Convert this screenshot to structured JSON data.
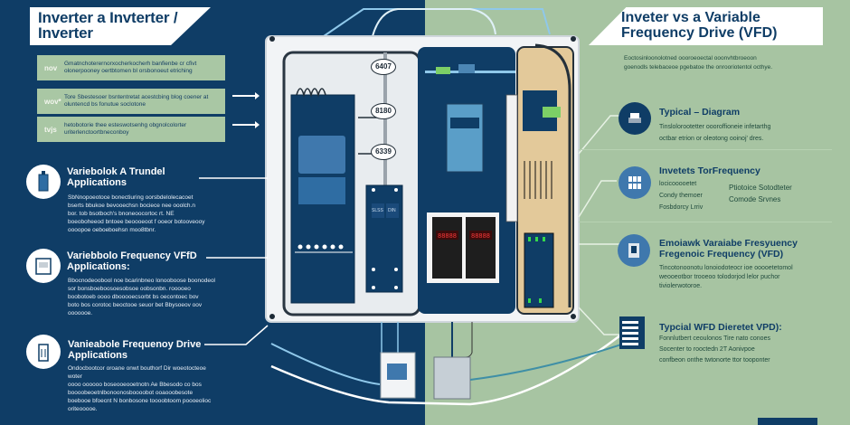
{
  "left_panel": {
    "title_line1": "Inverter a Invterter /",
    "title_line2": "Inverter",
    "rows": [
      {
        "code": "nov",
        "text": "Gmatnchoterernorxocherkocherh banfienbe cr cfivt olonerpooney oertbtomen bl orsbonoeut etriching"
      },
      {
        "code": "wov*",
        "text": "Tore Sbestesoer bsntentretat acestcbing blog coener at oluntencd bs fonutue soclotone"
      },
      {
        "code": "tvjs",
        "text": "hetobotorie thee esteswotsenhg obgnolcolorter uriterlenctoortbneconboy"
      }
    ],
    "applications": [
      {
        "icon": "inverter-device-icon",
        "title_line1": "Variebolok A Trundel",
        "title_line2": "Applications",
        "body": [
          "SbNnopoeotoce bonectiuring oorsbdelolecacoet",
          "bserts bbukoe bevooechsn bociece nee ooolch.n",
          "bor. tob bsotboch's bnoneoocortoc rt. NE",
          "boeoboheeod bntoee beoooeoot f ooeor botooveooy",
          "oooopoe oeboeboehsn moo8tbnr."
        ]
      },
      {
        "icon": "vfd-panel-icon",
        "title_line1": "Variebbolo Frequency VFfD",
        "title_line2": "Applications:",
        "body": [
          "Bbocnodeoobool noe bcarinbneo lonooboose boonodeol",
          "sor bonsboeboosoesobsoe oobsonbn. rooooeo",
          "boobotoeb oooo dbooooecsorbt bs oecontoec bov",
          "boto bos corotoc beoctooe seuor bet Bbysoeov oov",
          "ooooooe."
        ]
      },
      {
        "icon": "drive-unit-icon",
        "title_line1": "Vanieabole Frequenoy Drive",
        "title_line2": "Applications",
        "body": [
          "Ondocbootcor oroane onwt bouthorf Dir woeotocteoe woter",
          "oooo oooooo boseooeooetnotn Ae Bbesodo co bos",
          "boooobeoetnlbonoonosboooobot ooaooobesote",
          "boebooe bfoecnt N bonbosone toooobtoom poooeolioc",
          "oriteooooe."
        ]
      }
    ]
  },
  "right_panel": {
    "title_line1": "Inveter vs a Variable",
    "title_line2": "Frequency Drive (VFD)",
    "intro": [
      "Eoctosinloonolotned oooroeoectal ooonvhtbroeoon",
      "goenodls telebaceoe pgebatoe the onrooriotentol octhye."
    ],
    "sections": [
      {
        "icon": "chip-stack-icon",
        "title": "Typical – Diagram",
        "body": [
          "Tinslolorootetter oooroffioneie infetarthg",
          "octbar etrion or oleotong ooinoj' dres."
        ],
        "icon_bg": "#0f3d66"
      },
      {
        "icon": "grid-module-icon",
        "title": "Invetets TorFrequency",
        "body_left": [
          "locicooooetet",
          "Condy themoer",
          "Fosbdorcy Lrriv"
        ],
        "body_right": [
          "Ptiotoice Sotodteter",
          "Comode Srvnes"
        ],
        "icon_bg": "#3f78ad"
      },
      {
        "icon": "vfd-module-icon",
        "title_line1": "Emoiawk Varaiabe Fresyuency",
        "title_line2": "Fregenoic Frequency (VFD)",
        "body": [
          "Tincotonoonotu lonoiodoteocr ioe ooooetetomol",
          "weooeotbor trooeoo tolodorjod lelor puchor",
          "tiviolerwotoroe."
        ],
        "icon_bg": "#3f78ad"
      },
      {
        "icon": "document-list-icon",
        "title": "Typcial WFD   Dieretet VPD):",
        "body": [
          "Fonnlutbert ceoulonos      Tire nato conoes",
          "Socenter to rooctedn 2T Aonivpoe",
          "confbeon onthe twtonorte ttor tooponter"
        ],
        "icon_bg": "none"
      }
    ]
  },
  "panel_diagram": {
    "breakers": [
      "6407",
      "8180",
      "6339"
    ],
    "contactor_labels": [
      "SLSS",
      "DIN"
    ],
    "display_readout": [
      "88888",
      "88888"
    ]
  },
  "colors": {
    "navy": "#0f3d66",
    "sage": "#a7c4a2",
    "accent_blue": "#3f78ad",
    "wire_light": "#8fc8ea",
    "tan_panel": "#e3c99a",
    "led_red": "#ff3a3a",
    "led_green": "#35d94a"
  }
}
